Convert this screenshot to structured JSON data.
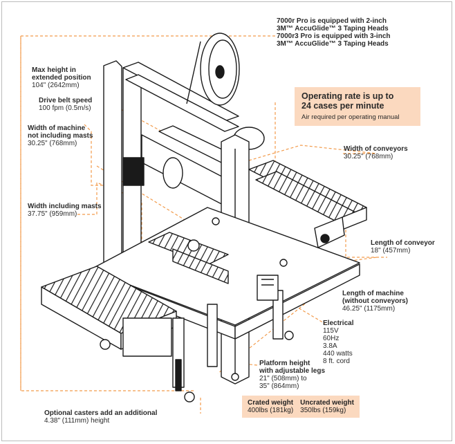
{
  "taping_heads": {
    "line1": "7000r Pro is equipped with 2-inch",
    "line2": "3M™ AccuGlide™ 3 Taping Heads",
    "line3": "7000r3 Pro is equipped with 3-inch",
    "line4": "3M™ AccuGlide™ 3 Taping Heads"
  },
  "operating_rate": {
    "line1": "Operating rate is up to",
    "line2": "24 cases per minute",
    "note": "Air required per operating manual"
  },
  "max_height": {
    "line1": "Max height in",
    "line2": "extended position",
    "value": "104\" (2642mm)"
  },
  "drive_belt": {
    "title": "Drive belt speed",
    "value": "100 fpm (0.5m/s)"
  },
  "width_no_masts": {
    "line1": "Width of machine",
    "line2": "not including masts",
    "value": "30.25\" (768mm)"
  },
  "width_masts": {
    "title": "Width including masts",
    "value": "37.75\" (959mm)"
  },
  "width_conveyors": {
    "title": "Width of conveyors",
    "value": "30.25\" (768mm)"
  },
  "length_conveyor": {
    "title": "Length of conveyor",
    "value": "18\" (457mm)"
  },
  "length_machine": {
    "line1": "Length of machine",
    "line2": "(without conveyors)",
    "value": "46.25\" (1175mm)"
  },
  "electrical": {
    "title": "Electrical",
    "specs": [
      "115V",
      "60Hz",
      "3.8A",
      "440 watts",
      "8 ft. cord"
    ]
  },
  "platform_height": {
    "line1": "Platform height",
    "line2": "with adjustable legs",
    "line3": "21\" (508mm) to",
    "line4": "35\" (864mm)"
  },
  "casters": {
    "line1": "Optional casters add an additional",
    "line2": "4.38\" (111mm) height"
  },
  "weights": {
    "crated_label": "Crated weight",
    "crated_value": "400lbs (181kg)",
    "uncrated_label": "Uncrated weight",
    "uncrated_value": "350lbs (159kg)"
  },
  "colors": {
    "dim_line": "#f29a4a",
    "callout_bg": "#fbd9bf",
    "drawing": "#1a1a1a"
  }
}
